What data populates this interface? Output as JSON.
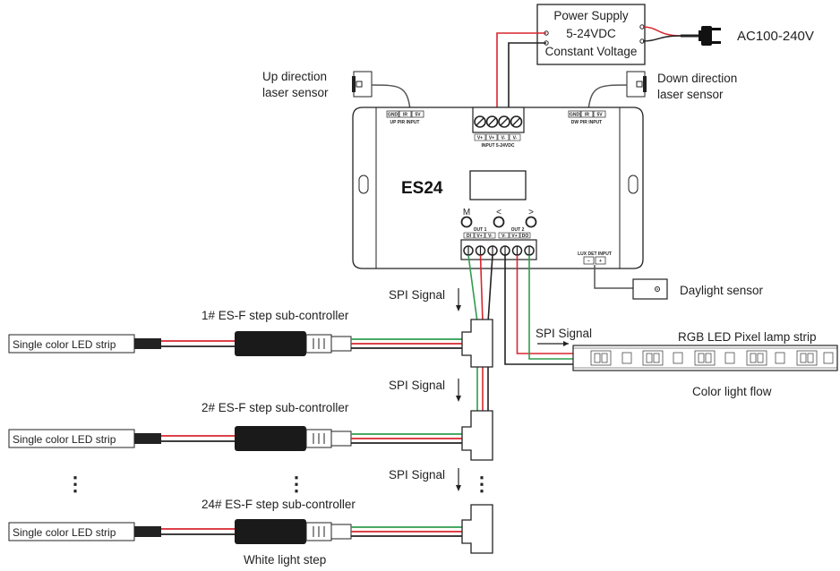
{
  "labels": {
    "power_supply_line1": "Power Supply",
    "power_supply_line2": "5-24VDC",
    "power_supply_line3": "Constant Voltage",
    "ac_input": "AC100-240V",
    "up_sensor_line1": "Up direction",
    "up_sensor_line2": "laser sensor",
    "down_sensor_line1": "Down direction",
    "down_sensor_line2": "laser sensor",
    "model": "ES24",
    "up_pir_input": "UP PIR INPUT",
    "dw_pir_input": "DW PIR INPUT",
    "input_power": "INPUT 5-24VDC",
    "lux_det_input": "LUX DET INPUT",
    "out1": "OUT 1",
    "out2": "OUT 2",
    "daylight_sensor": "Daylight sensor",
    "spi_signal": "SPI Signal",
    "rgb_strip": "RGB LED Pixel lamp strip",
    "color_flow": "Color light flow",
    "white_step": "White light step",
    "single_strip": "Single color LED strip",
    "ellipsis": "⋮"
  },
  "terminals": {
    "pir": [
      "GND",
      "IR",
      "5V"
    ],
    "input": [
      "V+",
      "V+",
      "V-",
      "V-"
    ],
    "out1": [
      "DI",
      "V+",
      "V-"
    ],
    "out2": [
      "V-",
      "V+",
      "DO"
    ],
    "lux": [
      "−",
      "+"
    ]
  },
  "buttons": [
    "M",
    "<",
    ">"
  ],
  "sub_controllers": [
    {
      "label": "1# ES-F step sub-controller"
    },
    {
      "label": "2# ES-F step sub-controller"
    },
    {
      "label": "24# ES-F step sub-controller"
    }
  ],
  "colors": {
    "wire_red": "#d8262e",
    "wire_green": "#2f9d4f",
    "wire_black": "#222222",
    "outline": "#1a1a1a"
  }
}
